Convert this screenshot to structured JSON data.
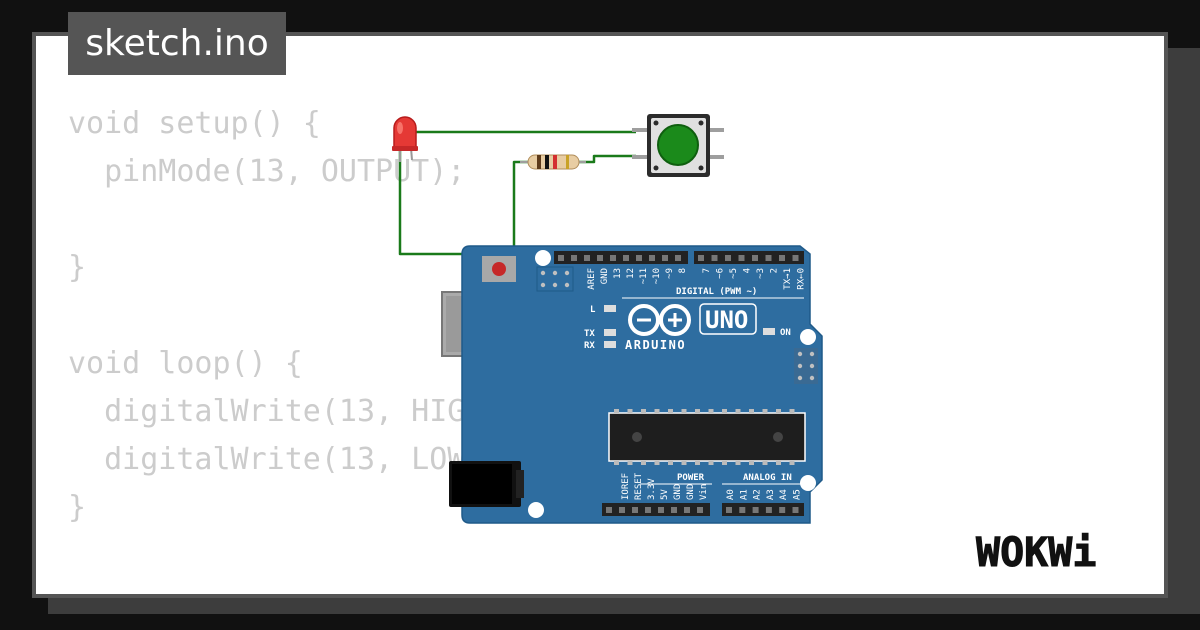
{
  "file_tab": {
    "label": "sketch.ino"
  },
  "code": {
    "lines": [
      "void setup() {",
      "  pinMode(13, OUTPUT);",
      "",
      "}",
      "",
      "void loop() {",
      "  digitalWrite(13, HIGH);",
      "  digitalWrite(13, LOW);",
      "}"
    ]
  },
  "board": {
    "model": "UNO",
    "brand": "ARDUINO",
    "digital_header": "DIGITAL (PWM ~)",
    "power_header": "POWER",
    "analog_header": "ANALOG IN",
    "status_labels": {
      "l": "L",
      "tx": "TX",
      "rx": "RX",
      "on": "ON"
    },
    "digital_pins_left": [
      "AREF",
      "GND",
      "13",
      "12",
      "~11",
      "~10",
      "~9",
      "8"
    ],
    "digital_pins_right": [
      "7",
      "~6",
      "~5",
      "4",
      "~3",
      "2",
      "TX→1",
      "RX←0"
    ],
    "power_pins": [
      "IOREF",
      "RESET",
      "3.3V",
      "5V",
      "GND",
      "GND",
      "Vin"
    ],
    "analog_pins": [
      "A0",
      "A1",
      "A2",
      "A3",
      "A4",
      "A5"
    ]
  },
  "components": {
    "led_color": "#e53935",
    "button_color": "#1b8a1b",
    "wire_color": "#1a7a1a",
    "board_color": "#2e6da0"
  },
  "brand": {
    "logo": "WOKWi"
  }
}
